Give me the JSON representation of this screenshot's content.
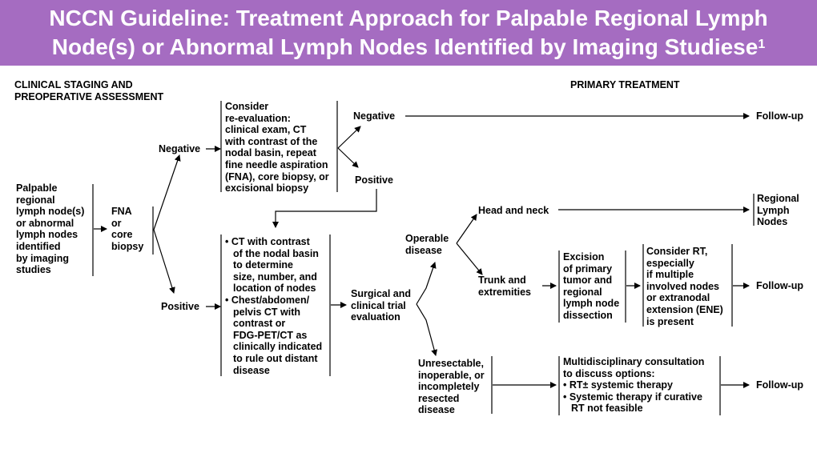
{
  "title": {
    "line1": "NCCN Guideline: Treatment Approach for Palpable Regional Lymph",
    "line2": "Node(s) or Abnormal Lymph Nodes Identified by Imaging Studiese",
    "superscript": "1"
  },
  "headers": {
    "left": [
      "CLINICAL STAGING AND",
      "PREOPERATIVE ASSESSMENT"
    ],
    "right": "PRIMARY TREATMENT"
  },
  "nodes": {
    "presentation": [
      "Palpable",
      "regional",
      "lymph node(s)",
      "or abnormal",
      "lymph nodes",
      "identified",
      "by imaging",
      "studies"
    ],
    "fna": [
      "FNA",
      "or",
      "core",
      "biopsy"
    ],
    "negative": "Negative",
    "positive": "Positive",
    "reevaluation": [
      "Consider",
      "re-evaluation:",
      "clinical exam, CT",
      "with contrast of the",
      "nodal basin, repeat",
      "fine needle aspiration",
      "(FNA), core biopsy, or",
      "excisional biopsy"
    ],
    "reeval_negative": "Negative",
    "reeval_positive": "Positive",
    "follow_up_top": "Follow-up",
    "workup": [
      [
        "CT with contrast",
        "of the nodal basin",
        "to determine",
        "size, number, and",
        "location of nodes"
      ],
      [
        "Chest/abdomen/",
        "pelvis CT with",
        "contrast or",
        "FDG-PET/CT as",
        "clinically indicated",
        "to rule out distant",
        "disease"
      ]
    ],
    "surgical_eval": [
      "Surgical and",
      "clinical trial",
      "evaluation"
    ],
    "operable": [
      "Operable",
      "disease"
    ],
    "head_neck": "Head and neck",
    "regional_nodes": [
      "Regional",
      "Lymph",
      "Nodes"
    ],
    "trunk": [
      "Trunk and",
      "extremities"
    ],
    "excision": [
      "Excision",
      "of primary",
      "tumor and",
      "regional",
      "lymph node",
      "dissection"
    ],
    "consider_rt": [
      "Consider RT,",
      "especially",
      "if multiple",
      "involved nodes",
      "or extranodal",
      "extension (ENE)",
      "is present"
    ],
    "follow_up_mid": "Follow-up",
    "unresectable": [
      "Unresectable,",
      "inoperable, or",
      "incompletely",
      "resected",
      "disease"
    ],
    "multidisciplinary": {
      "intro": [
        "Multidisciplinary consultation",
        "to discuss options:"
      ],
      "bullets": [
        [
          "RT± systemic therapy"
        ],
        [
          "Systemic therapy if curative",
          "RT not feasible"
        ]
      ]
    },
    "follow_up_bottom": "Follow-up"
  }
}
